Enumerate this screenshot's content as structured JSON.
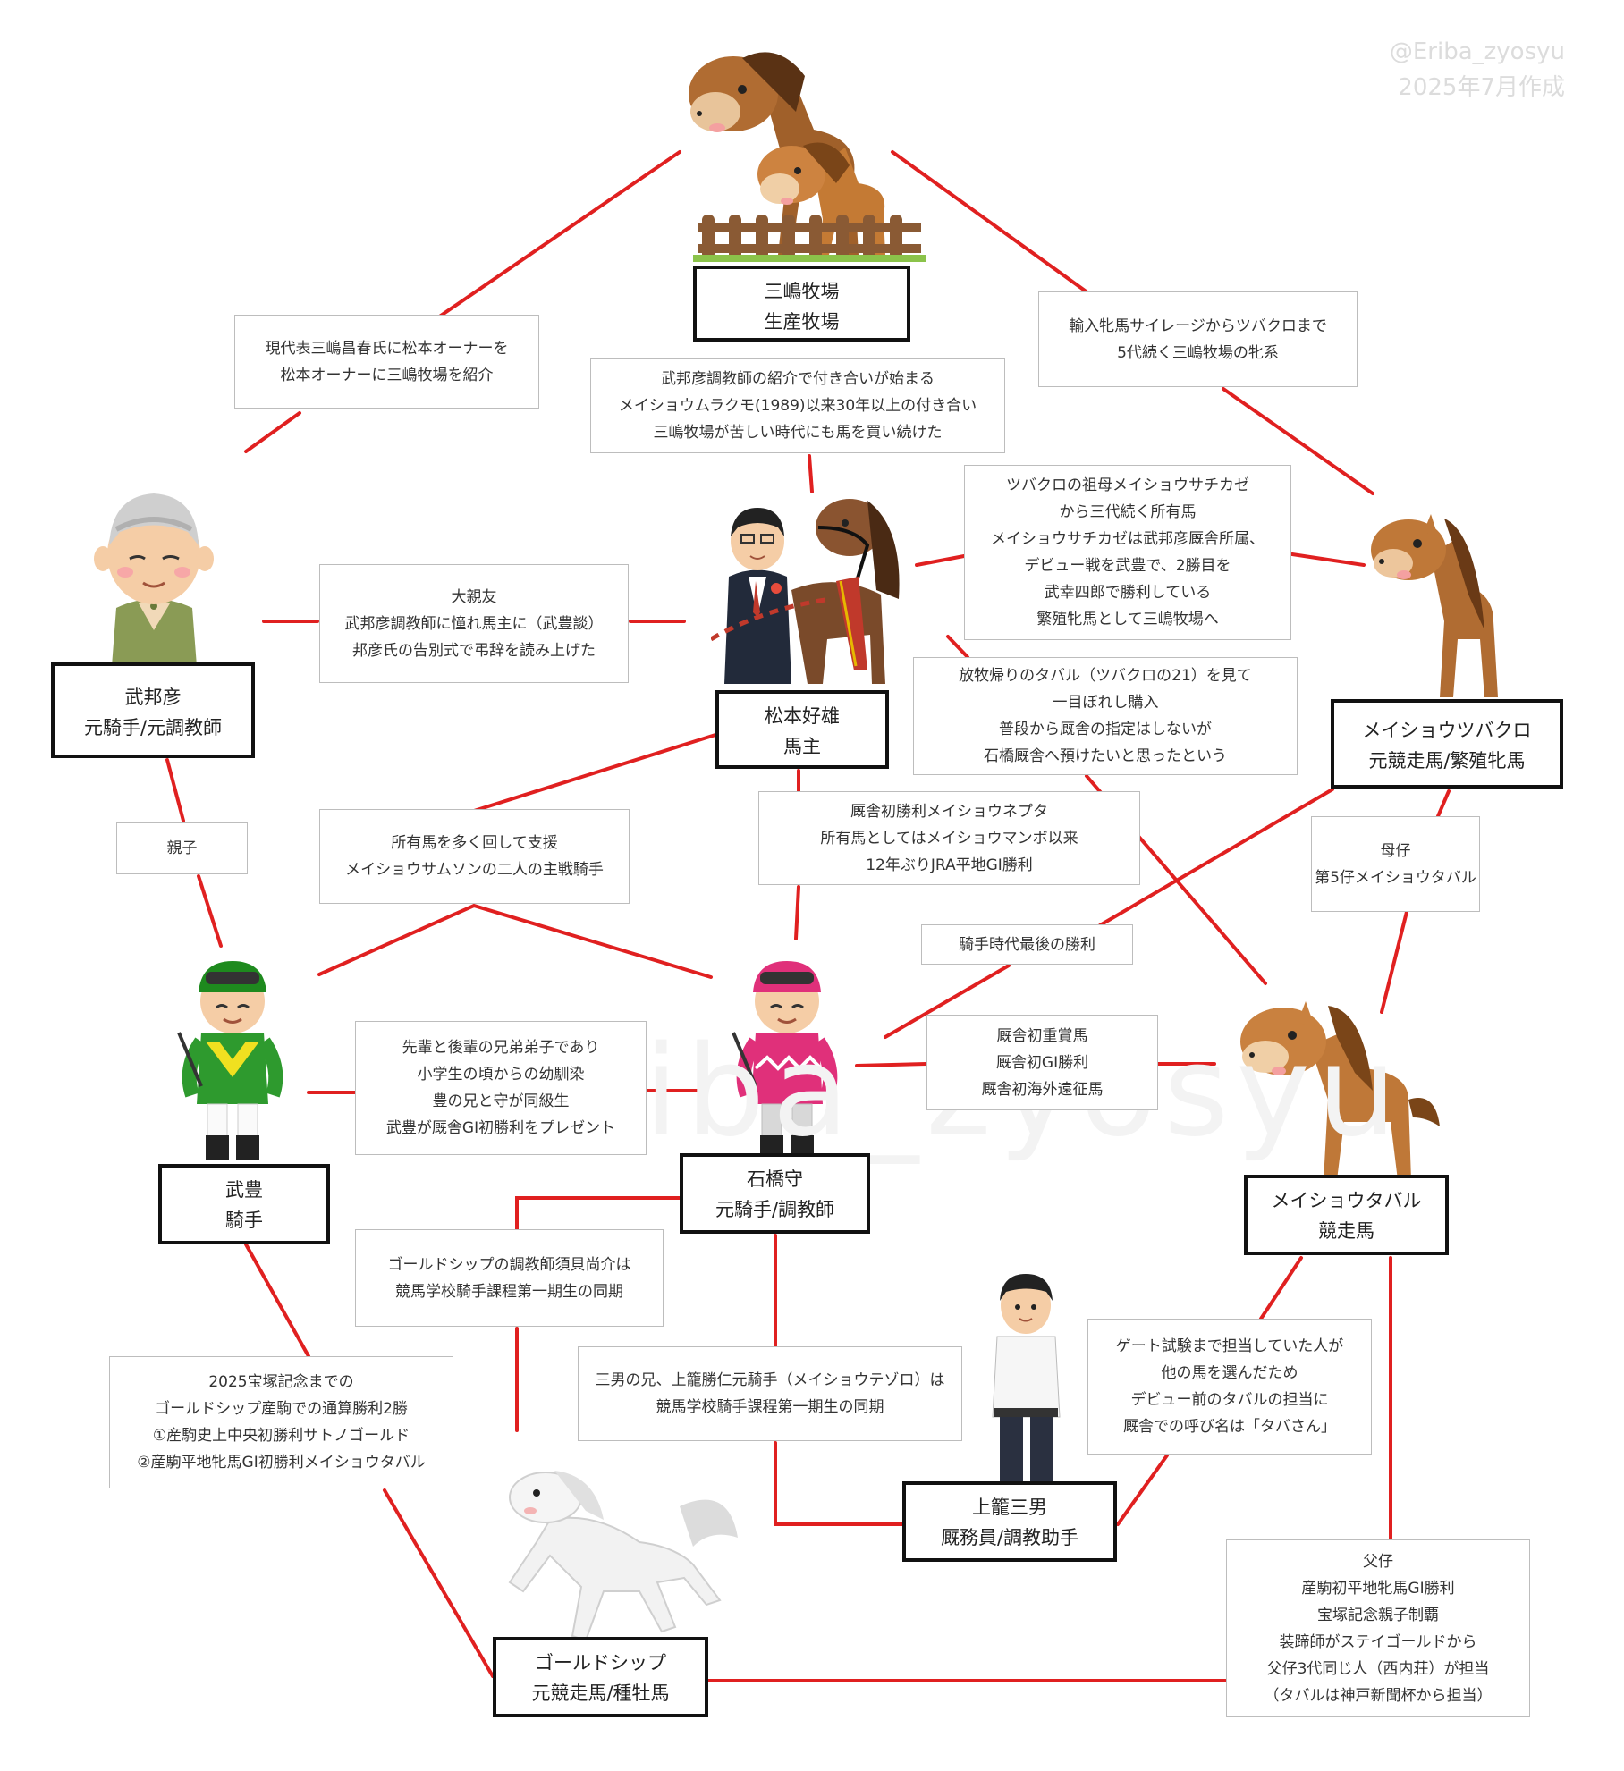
{
  "watermark": {
    "handle": "@Eriba_zyosyu",
    "date": "2025年7月作成"
  },
  "nodes": {
    "mishima": {
      "line1": "三嶋牧場",
      "line2": "生産牧場"
    },
    "takekunihiko": {
      "line1": "武邦彦",
      "line2": "元騎手/元調教師"
    },
    "matsumoto": {
      "line1": "松本好雄",
      "line2": "馬主"
    },
    "tsubakuro": {
      "line1": "メイショウツバクロ",
      "line2": "元競走馬/繁殖牝馬"
    },
    "yutaka": {
      "line1": "武豊",
      "line2": "騎手"
    },
    "ishibashi": {
      "line1": "石橋守",
      "line2": "元騎手/調教師"
    },
    "tabaru": {
      "line1": "メイショウタバル",
      "line2": "競走馬"
    },
    "kamikago": {
      "line1": "上籠三男",
      "line2": "厩務員/調教助手"
    },
    "goldship": {
      "line1": "ゴールドシップ",
      "line2": "元競走馬/種牡馬"
    }
  },
  "notes": {
    "kunihiko_mishima": [
      "現代表三嶋昌春氏に松本オーナーを",
      "松本オーナーに三嶋牧場を紹介"
    ],
    "matsumoto_mishima": [
      "武邦彦調教師の紹介で付き合いが始まる",
      "メイショウムラクモ(1989)以来30年以上の付き合い",
      "三嶋牧場が苦しい時代にも馬を買い続けた"
    ],
    "mishima_tsubakuro": [
      "輸入牝馬サイレージからツバクロまで",
      "5代続く三嶋牧場の牝系"
    ],
    "matsumoto_tsubakuro": [
      "ツバクロの祖母メイショウサチカゼ",
      "から三代続く所有馬",
      "メイショウサチカゼは武邦彦厩舎所属、",
      "デビュー戦を武豊で、2勝目を",
      "武幸四郎で勝利している",
      "繁殖牝馬として三嶋牧場へ"
    ],
    "kunihiko_matsumoto": [
      "大親友",
      "武邦彦調教師に憧れ馬主に（武豊談）",
      "邦彦氏の告別式で弔辞を読み上げた"
    ],
    "matsumoto_tabaru": [
      "放牧帰りのタバル（ツバクロの21）を見て",
      "一目ぼれし購入",
      "普段から厩舎の指定はしないが",
      "石橋厩舎へ預けたいと思ったという"
    ],
    "parent_child": [
      "親子"
    ],
    "matsumoto_jockeys": [
      "所有馬を多く回して支援",
      "メイショウサムソンの二人の主戦騎手"
    ],
    "matsumoto_ishibashi": [
      "厩舎初勝利メイショウネプタ",
      "所有馬としてはメイショウマンボ以来",
      "12年ぶりJRA平地GI勝利"
    ],
    "tsubakuro_tabaru": [
      "母仔",
      "第5仔メイショウタバル"
    ],
    "last_win": [
      "騎手時代最後の勝利"
    ],
    "yutaka_ishibashi": [
      "先輩と後輩の兄弟弟子であり",
      "小学生の頃からの幼馴染",
      "豊の兄と守が同級生",
      "武豊が厩舎GI初勝利をプレゼント"
    ],
    "ishibashi_tabaru": [
      "厩舎初重賞馬",
      "厩舎初GI勝利",
      "厩舎初海外遠征馬"
    ],
    "ishibashi_goldship": [
      "ゴールドシップの調教師須貝尚介は",
      "競馬学校騎手課程第一期生の同期"
    ],
    "ishibashi_kamikago": [
      "三男の兄、上籠勝仁元騎手（メイショウテゾロ）は",
      "競馬学校騎手課程第一期生の同期"
    ],
    "kamikago_tabaru": [
      "ゲート試験まで担当していた人が",
      "他の馬を選んだため",
      "デビュー前のタバルの担当に",
      "厩舎での呼び名は「タバさん」"
    ],
    "yutaka_goldship": [
      "2025宝塚記念までの",
      "ゴールドシップ産駒での通算勝利2勝",
      "①産駒史上中央初勝利サトノゴールド",
      "②産駒平地牝馬GI初勝利メイショウタバル"
    ],
    "goldship_tabaru": [
      "父仔",
      "産駒初平地牝馬GI勝利",
      "宝塚記念親子制覇",
      "装蹄師がステイゴールドから",
      "父仔3代同じ人（西内荘）が担当",
      "（タバルは神戸新聞杯から担当）"
    ]
  },
  "colors": {
    "link": "#e02020",
    "box_border": "#111111",
    "note_border": "#bdbdbd",
    "watermark": "#dcdcdc"
  }
}
